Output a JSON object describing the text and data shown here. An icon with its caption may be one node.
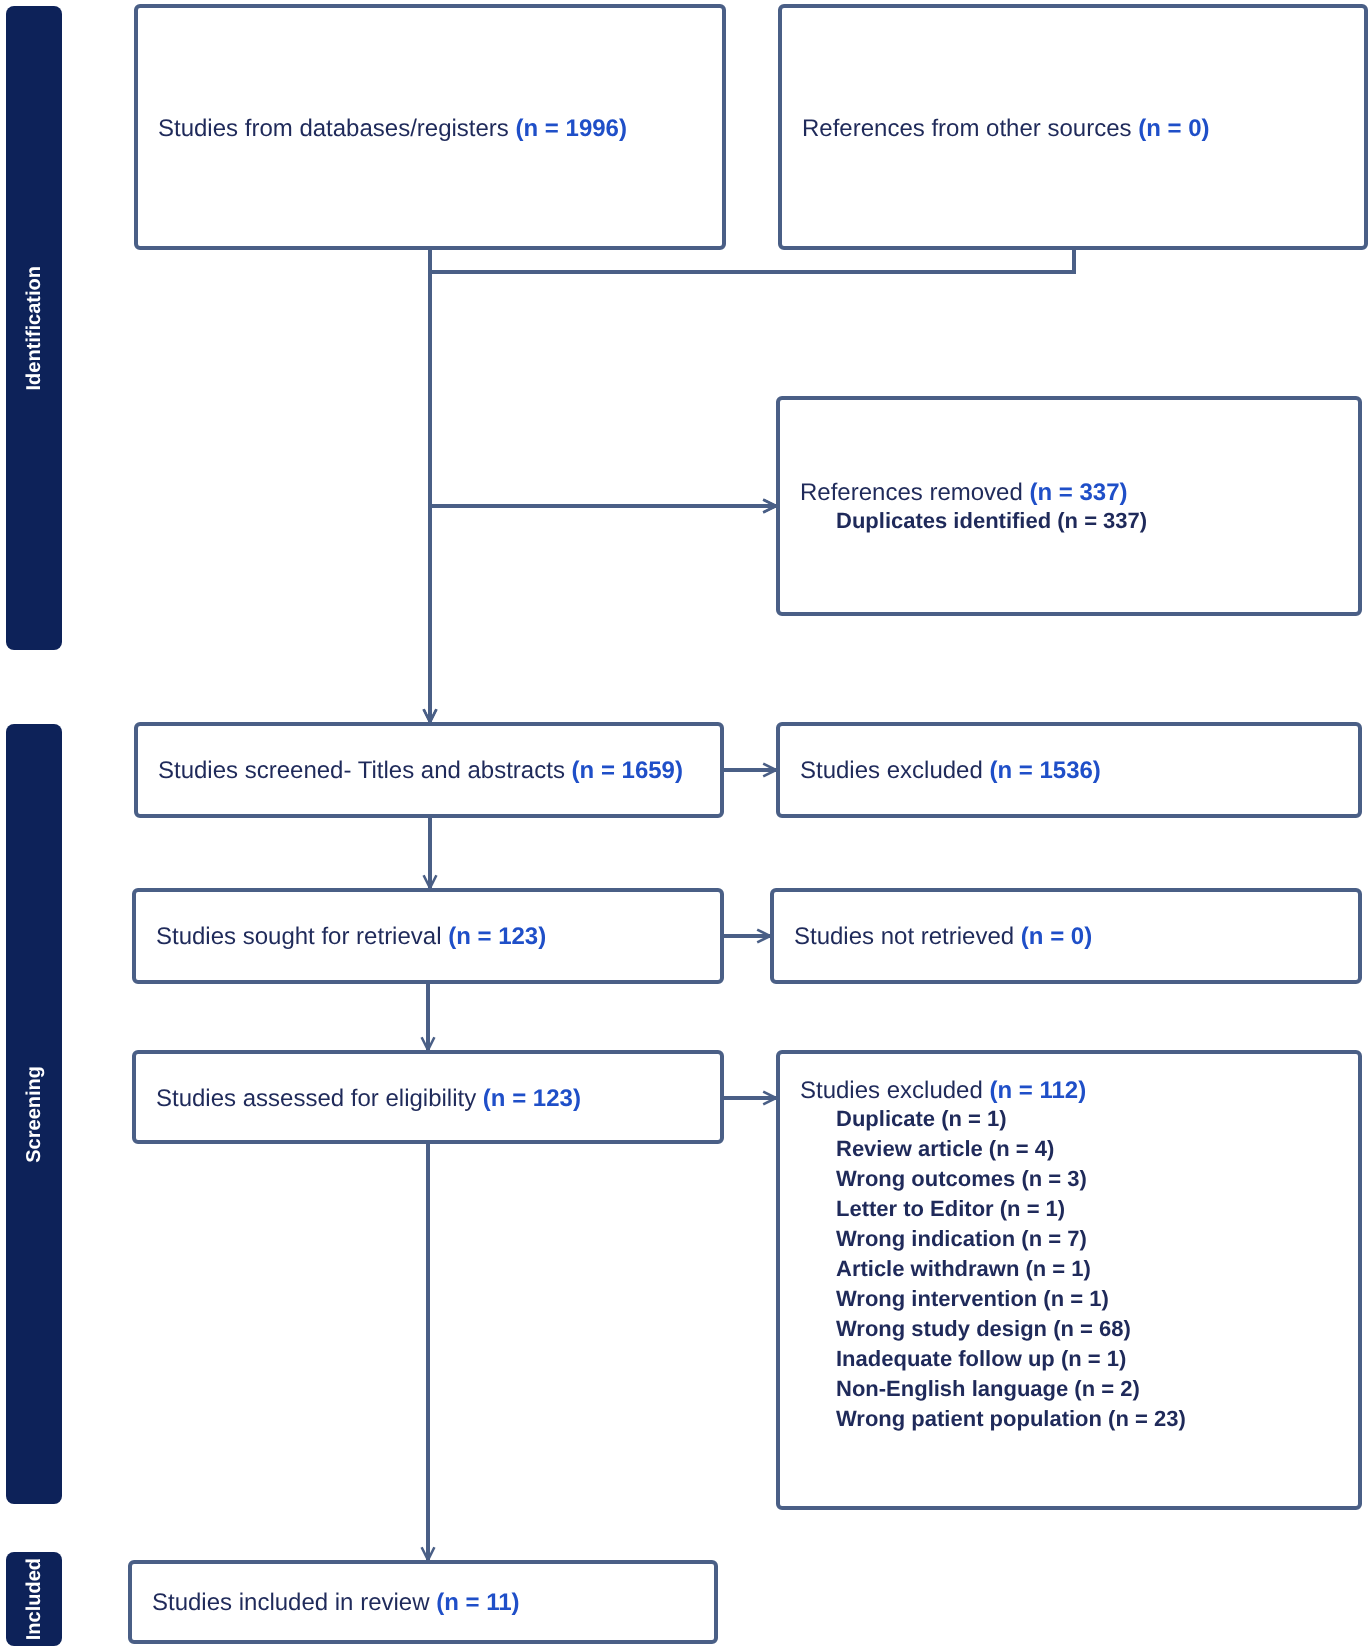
{
  "diagram": {
    "nodes": [
      {
        "text": [
          "Identification"
        ]
      },
      {
        "text": [
          "Studies from databases/registers **(n = 1996)**"
        ]
      },
      {
        "text": [
          "References from other sources **(n = 0)**"
        ]
      },
      {
        "text": [
          "References removed **(n = 337)**",
          "Duplicates identified (n = 337)"
        ]
      },
      {
        "text": [
          "Screening"
        ]
      },
      {
        "text": [
          "Studies screened- Titles and abstracts **(n = 1659)**"
        ]
      },
      {
        "text": [
          "Studies excluded **(n = 1536)**"
        ]
      },
      {
        "text": [
          "Studies sought for retrieval **(n = 123)**"
        ]
      },
      {
        "text": [
          "Studies not retrieved **(n = 0)**"
        ]
      },
      {
        "text": [
          "Studies assessed for eligibility **(n = 123)**"
        ]
      },
      {
        "text": [
          "Studies excluded **(n = 112)**",
          "Duplicate (n = 1)",
          "Review article (n = 4)",
          "Wrong outcomes (n = 3)",
          "Letter to Editor (n = 1)",
          "Wrong indication (n = 7)",
          "Article withdrawn (n = 1)",
          "Wrong intervention (n = 1)",
          "Wrong study design (n = 68)",
          "Inadequate follow up (n = 1)",
          "Non-English language (n = 2)",
          "Wrong patient population (n = 23)"
        ]
      },
      {
        "text": [
          "Included"
        ]
      },
      {
        "text": [
          "Studies included in review **(n = 11)**"
        ]
      }
    ],
    "edges": [
      {
        "from": 1,
        "to": 3,
        "arrow": "to"
      },
      {
        "from": 2,
        "to": 3,
        "arrow": "to"
      },
      {
        "from": 1,
        "to": 5,
        "arrow": "to"
      },
      {
        "from": 2,
        "to": 5,
        "arrow": "to"
      },
      {
        "from": 5,
        "to": 6,
        "arrow": "to"
      },
      {
        "from": 5,
        "to": 7,
        "arrow": "to"
      },
      {
        "from": 7,
        "to": 8,
        "arrow": "to"
      },
      {
        "from": 7,
        "to": 9,
        "arrow": "to"
      },
      {
        "from": 9,
        "to": 10,
        "arrow": "to"
      },
      {
        "from": 9,
        "to": 12,
        "arrow": "to"
      }
    ]
  }
}
